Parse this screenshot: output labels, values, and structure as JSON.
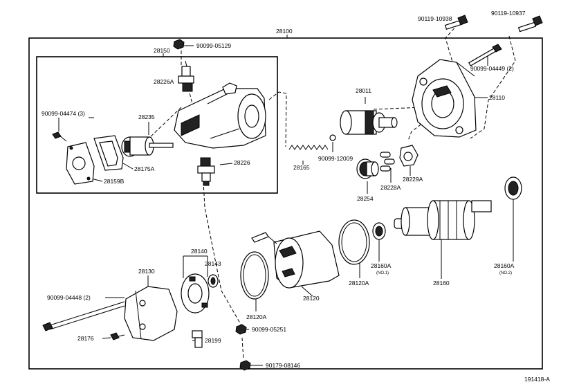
{
  "labels": {
    "l_28100": "28100",
    "l_90119_10938": "90119-10938",
    "l_90119_10937": "90119-10937",
    "l_90099_05129": "90099-05129",
    "l_28150": "28150",
    "l_28226A": "28226A",
    "l_90099_04474": "90099-04474 (3)",
    "l_28235": "28235",
    "l_28175A": "28175A",
    "l_28159B": "28159B",
    "l_28226": "28226",
    "l_28011": "28011",
    "l_28110": "28110",
    "l_90099_04449": "90099-04449 (2)",
    "l_28165": "28165",
    "l_90099_12009": "90099-12009",
    "l_28229A": "28229A",
    "l_28228A": "28228A",
    "l_28254": "28254",
    "l_28140": "28140",
    "l_28143": "28143",
    "l_28130": "28130",
    "l_90099_04448": "90099-04448 (2)",
    "l_28120A_left": "28120A",
    "l_28120": "28120",
    "l_28120A_right": "28120A",
    "l_28160A_1": "28160A",
    "l_no1": "(NO.1)",
    "l_28160": "28160",
    "l_28160A_2": "28160A",
    "l_no2": "(NO.2)",
    "l_28176": "28176",
    "l_28199": "28199",
    "l_90099_05251": "90099-05251",
    "l_90179_08146": "90179-08146",
    "l_figure_id": "191418-A"
  }
}
